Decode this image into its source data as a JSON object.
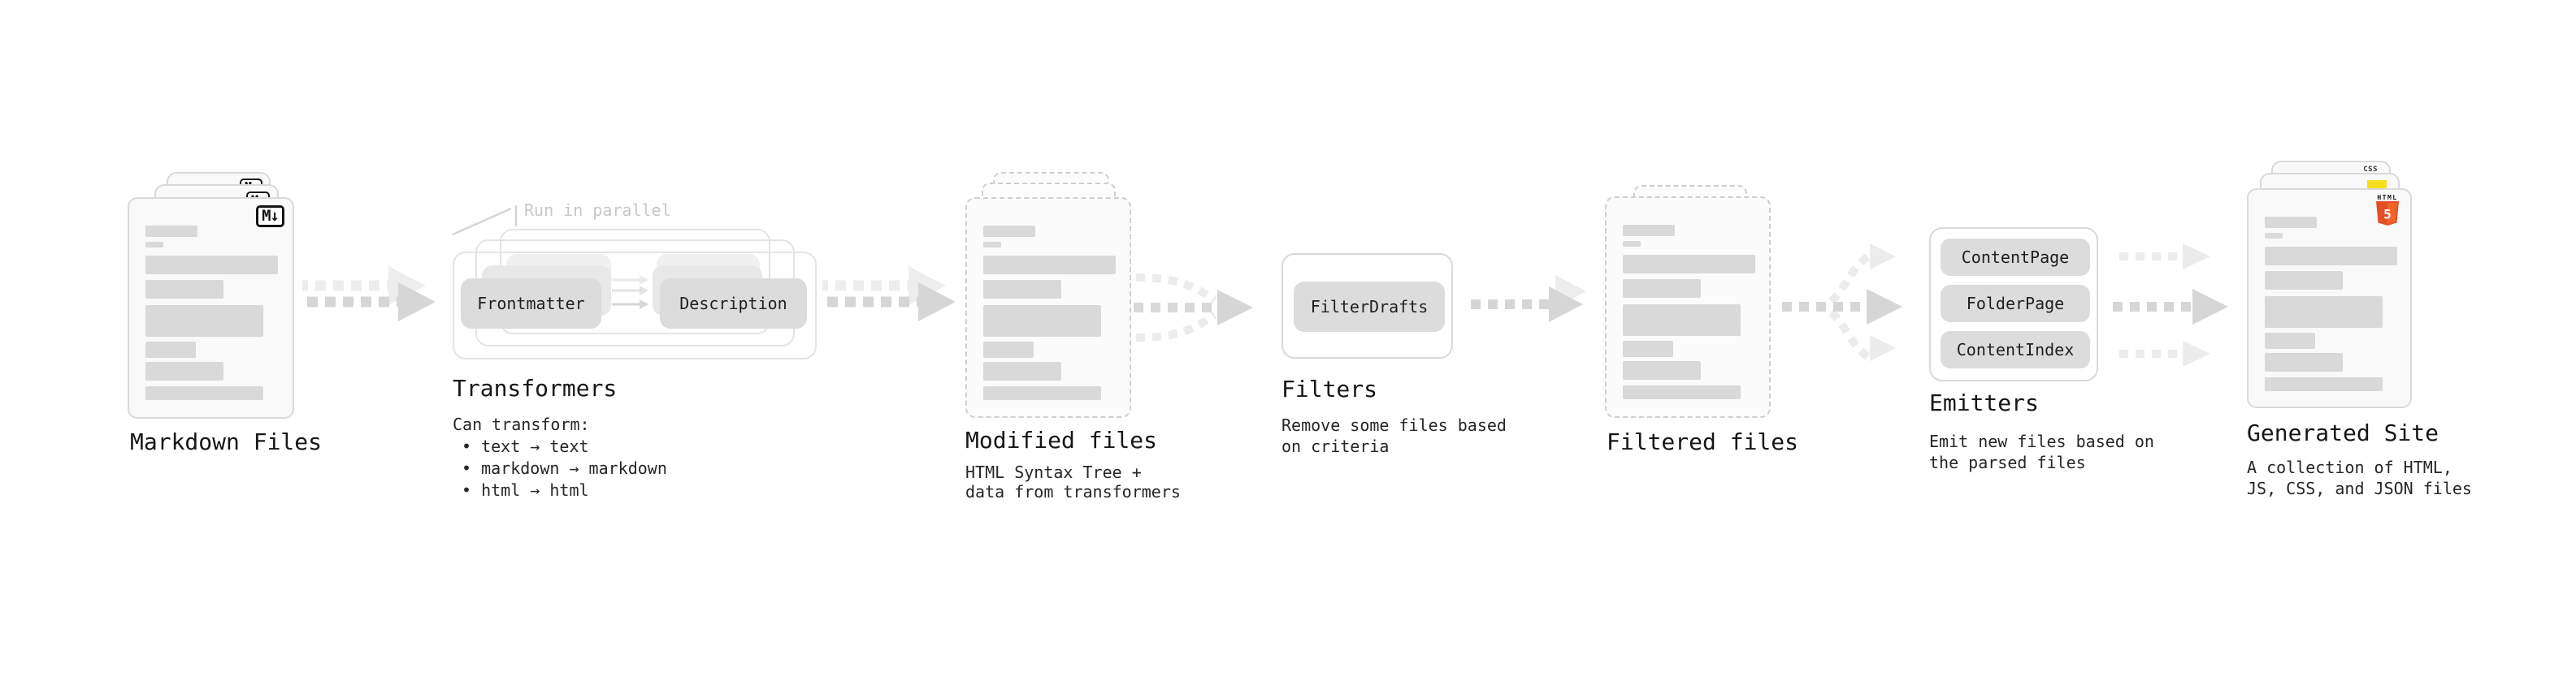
{
  "stages": {
    "markdown_files": {
      "title": "Markdown Files",
      "icon_label": "M↓"
    },
    "transformers": {
      "title": "Transformers",
      "callout": "Run in parallel",
      "pill_left": "Frontmatter",
      "pill_right": "Description",
      "desc_heading": "Can transform:",
      "bullets": [
        "• text → text",
        "• markdown → markdown",
        "• html → html"
      ]
    },
    "modified_files": {
      "title": "Modified files",
      "desc": [
        "HTML Syntax Tree +",
        "data from transformers"
      ]
    },
    "filters": {
      "title": "Filters",
      "pill": "FilterDrafts",
      "desc": [
        "Remove some files based",
        "on criteria"
      ]
    },
    "filtered_files": {
      "title": "Filtered files"
    },
    "emitters": {
      "title": "Emitters",
      "pills": [
        "ContentPage",
        "FolderPage",
        "ContentIndex"
      ],
      "desc": [
        "Emit new files based on",
        "the parsed files"
      ]
    },
    "generated_site": {
      "title": "Generated Site",
      "desc": [
        "A collection of HTML,",
        "JS, CSS, and JSON files"
      ],
      "css_badge": "CSS",
      "html5_word": "HTML",
      "html5_number": "5"
    }
  },
  "colors": {
    "arrow_main": "#d6d6d6",
    "arrow_ghost": "#ededed",
    "html5_orange": "#e44d26",
    "js_yellow": "#f7df1e",
    "css_blue": "#2965f1",
    "faint_text": "#c8c8c8"
  }
}
